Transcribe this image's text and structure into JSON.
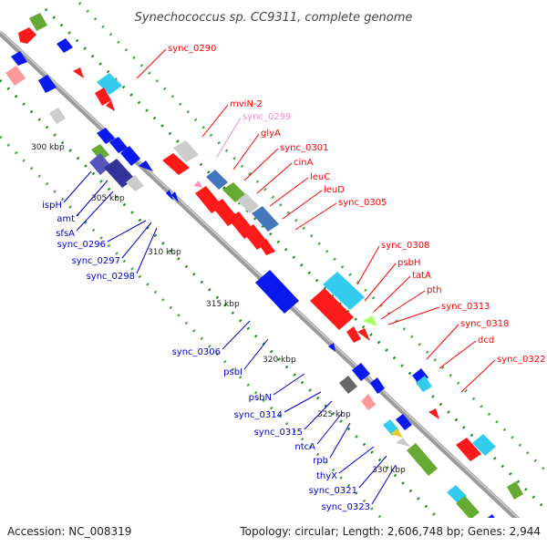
{
  "title": "Synechococcus sp. CC9311, complete genome",
  "footer": {
    "accession": "Accession: NC_008319",
    "topology": "Topology: circular; Length: 2,606,748 bp; Genes: 2,944"
  },
  "colors": {
    "forward_label": "#ff0000",
    "reverse_label": "#0000cc",
    "pseudo_label": "#ff88cc",
    "backbone": "#888888",
    "tick_dots": "#1a8a1a"
  },
  "scale": [
    "300 kbp",
    "305 kbp",
    "310 kbp",
    "315 kbp",
    "320 kbp",
    "325 kbp",
    "330 kbp"
  ],
  "forward_genes": [
    "sync_0290",
    "mviN-2",
    "sync_0299",
    "glyA",
    "sync_0301",
    "cinA",
    "leuC",
    "leuD",
    "sync_0305",
    "sync_0308",
    "psbH",
    "tatA",
    "pth",
    "sync_0313",
    "sync_0318",
    "dcd",
    "sync_0322"
  ],
  "reverse_genes": [
    "ispH",
    "amt",
    "sfsA",
    "sync_0296",
    "sync_0297",
    "sync_0298",
    "sync_0306",
    "psbI",
    "psbN",
    "sync_0314",
    "sync_0315",
    "ntcA",
    "rph",
    "thyX",
    "sync_0321",
    "sync_0323"
  ]
}
